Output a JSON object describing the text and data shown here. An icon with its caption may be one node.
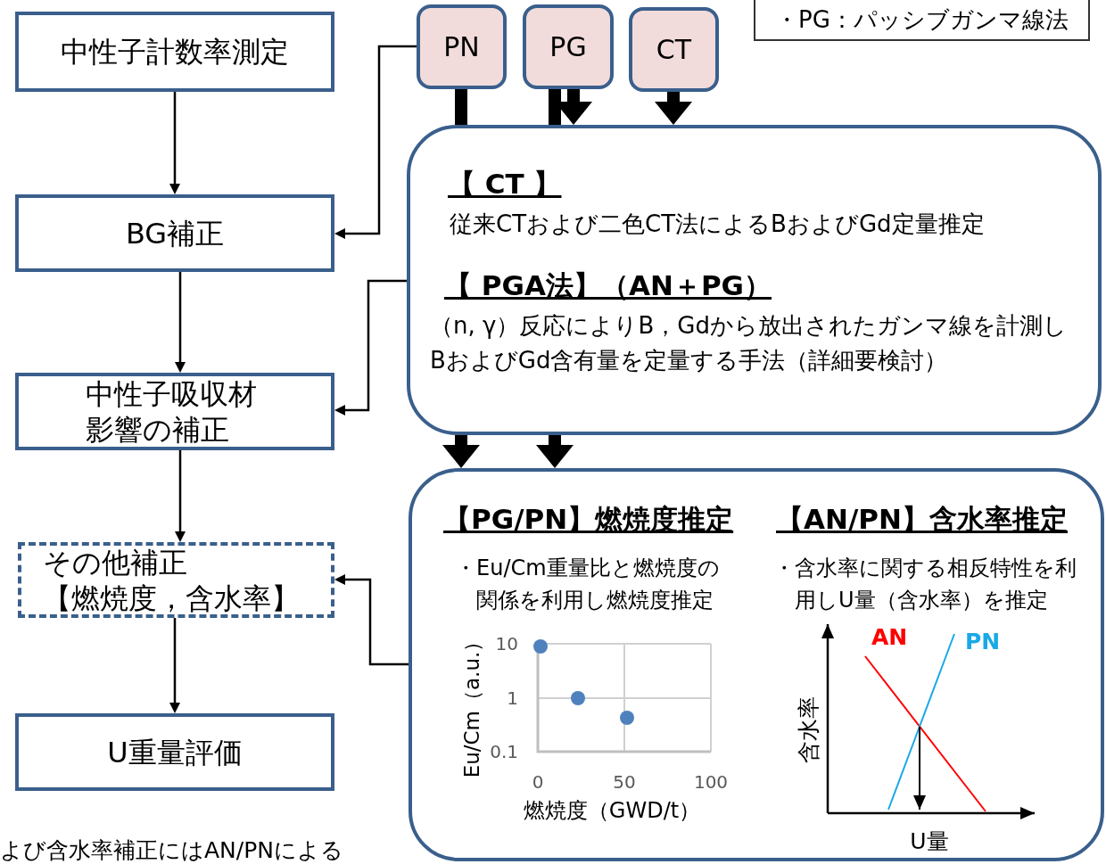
{
  "diagram": {
    "nodes": [
      {
        "text": [
          "中性子計数率測定"
        ]
      },
      {
        "text": [
          "BG補正"
        ]
      },
      {
        "text": [
          "中性子吸収材影響の補正"
        ]
      },
      {
        "text": [
          "その他補正【燃焼度，含水率】"
        ]
      },
      {
        "text": [
          "U重量評価"
        ]
      },
      {
        "text": [
          "PN"
        ]
      },
      {
        "text": [
          "PG"
        ]
      },
      {
        "text": [
          "CT"
        ]
      },
      {
        "text": [
          "【 CT 】",
          "従来CTおよび二色CT法によるBおよびGd定量推定",
          "【 PGA法】（AN＋PG）",
          "（n, γ）反応によりB，Gdから放出されたガンマ線を計測しBおよびGd含有量を定量する手法（詳細要検討）"
        ]
      },
      {
        "text": [
          "【PG/PN】燃焼度推定",
          "・Eu/Cm重量比と燃焼度の関係を利用し燃焼度推定",
          "【AN/PN】含水率推定",
          "・含水率に関する相反特性を利用しU量（含水率）を推定"
        ]
      },
      {
        "text": [
          "・PG：パッシブガンマ線法"
        ]
      }
    ],
    "edges": [
      {
        "from": 0,
        "to": 1,
        "arrow": "to"
      },
      {
        "from": 1,
        "to": 2,
        "arrow": "to"
      },
      {
        "from": 2,
        "to": 3,
        "arrow": "to"
      },
      {
        "from": 3,
        "to": 4,
        "arrow": "to"
      },
      {
        "from": 5,
        "to": 1,
        "arrow": "to"
      },
      {
        "from": 8,
        "to": 2,
        "arrow": "to"
      },
      {
        "from": 9,
        "to": 3,
        "arrow": "to"
      },
      {
        "from": 5,
        "to": 8,
        "arrow": "none",
        "style": "thick"
      },
      {
        "from": 6,
        "to": 8,
        "arrow": "none",
        "style": "thick"
      },
      {
        "from": 6,
        "to": 8,
        "arrow": "to",
        "style": "thick"
      },
      {
        "from": 7,
        "to": 8,
        "arrow": "to",
        "style": "thick"
      },
      {
        "from": 8,
        "to": 9,
        "arrow": "to",
        "style": "thick"
      },
      {
        "from": 8,
        "to": 9,
        "arrow": "to",
        "style": "thick"
      }
    ],
    "labels": [
      "Eu/Cm（a.u.）",
      "10",
      "1",
      "0.1",
      "0",
      "50",
      "100",
      "燃焼度（GWD/t）",
      "AN",
      "PN",
      "含水率",
      "U量",
      "よび含水率補正にはAN/PNによる"
    ]
  }
}
